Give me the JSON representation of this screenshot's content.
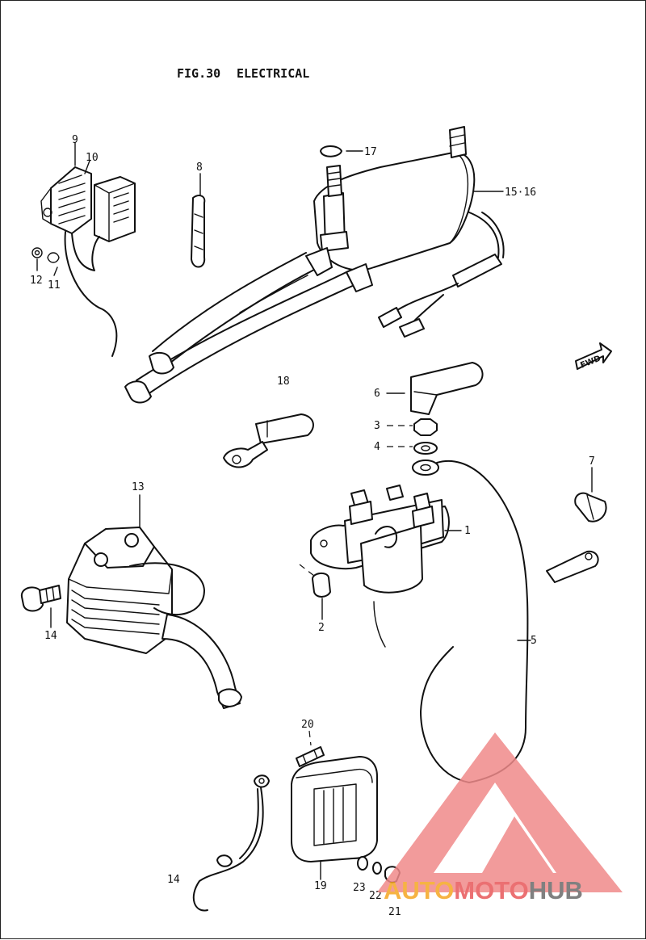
{
  "figure": {
    "number": "FIG.30",
    "title": "ELECTRICAL"
  },
  "direction_marker": "FWD",
  "callouts": [
    {
      "id": "c1",
      "text": "1"
    },
    {
      "id": "c2",
      "text": "2"
    },
    {
      "id": "c3",
      "text": "3"
    },
    {
      "id": "c4",
      "text": "4"
    },
    {
      "id": "c5",
      "text": "5"
    },
    {
      "id": "c6",
      "text": "6"
    },
    {
      "id": "c7",
      "text": "7"
    },
    {
      "id": "c8",
      "text": "8"
    },
    {
      "id": "c9",
      "text": "9"
    },
    {
      "id": "c10",
      "text": "10"
    },
    {
      "id": "c11",
      "text": "11"
    },
    {
      "id": "c12",
      "text": "12"
    },
    {
      "id": "c13",
      "text": "13"
    },
    {
      "id": "c14a",
      "text": "14"
    },
    {
      "id": "c14b",
      "text": "14"
    },
    {
      "id": "c15",
      "text": "15·16"
    },
    {
      "id": "c17",
      "text": "17"
    },
    {
      "id": "c18",
      "text": "18"
    },
    {
      "id": "c19",
      "text": "19"
    },
    {
      "id": "c20",
      "text": "20"
    },
    {
      "id": "c21",
      "text": "21"
    },
    {
      "id": "c22",
      "text": "22"
    },
    {
      "id": "c23",
      "text": "23"
    }
  ],
  "watermark": {
    "part1": "AUTOMOTO",
    "part2": "HUB",
    "colors": {
      "triangle": "#f08a8a",
      "auto": "#f5a623",
      "moto": "#e8585a",
      "hub": "#6b6b6b"
    }
  }
}
